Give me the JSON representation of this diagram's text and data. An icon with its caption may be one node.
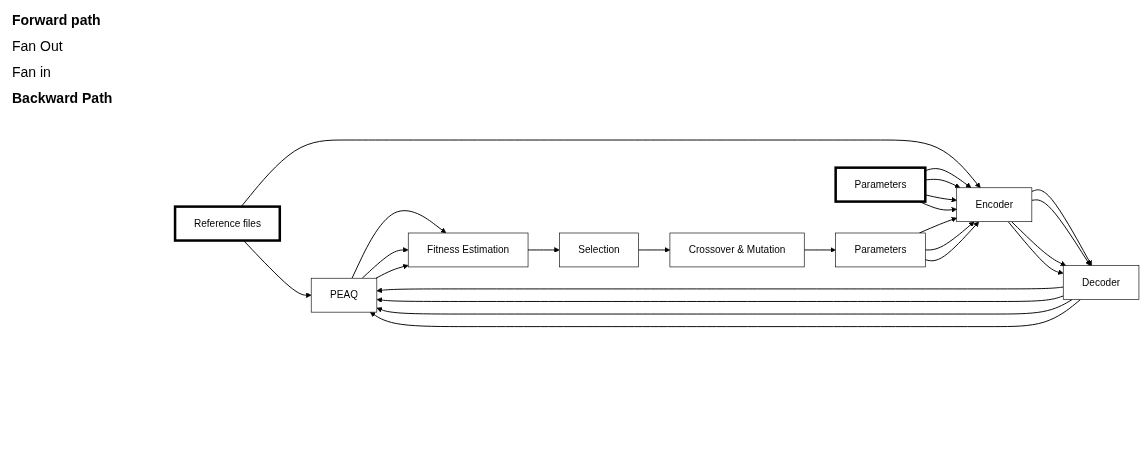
{
  "diagram": {
    "nodes": [
      {
        "text": [
          "Reference files"
        ]
      },
      {
        "text": [
          "Parameters"
        ]
      },
      {
        "text": [
          "Encoder"
        ]
      },
      {
        "text": [
          "Decoder"
        ]
      },
      {
        "text": [
          "PEAQ"
        ]
      },
      {
        "text": [
          "Parameters"
        ]
      },
      {
        "text": [
          "Crossover & Mutation"
        ]
      },
      {
        "text": [
          "Selection"
        ]
      },
      {
        "text": [
          "Fitness Estimation"
        ]
      }
    ],
    "edges": [
      {
        "from": 0,
        "to": 4,
        "arrow": "to"
      },
      {
        "from": 0,
        "to": 2,
        "arrow": "to"
      },
      {
        "from": 1,
        "to": 2,
        "arrow": "to"
      },
      {
        "from": 1,
        "to": 2,
        "arrow": "to"
      },
      {
        "from": 1,
        "to": 2,
        "arrow": "to"
      },
      {
        "from": 1,
        "to": 2,
        "arrow": "to"
      },
      {
        "from": 2,
        "to": 3,
        "arrow": "to"
      },
      {
        "from": 2,
        "to": 3,
        "arrow": "to"
      },
      {
        "from": 2,
        "to": 3,
        "arrow": "to"
      },
      {
        "from": 2,
        "to": 3,
        "arrow": "to"
      },
      {
        "from": 3,
        "to": 4,
        "arrow": "to"
      },
      {
        "from": 3,
        "to": 4,
        "arrow": "to"
      },
      {
        "from": 3,
        "to": 4,
        "arrow": "to"
      },
      {
        "from": 3,
        "to": 4,
        "arrow": "to"
      },
      {
        "from": 4,
        "to": 8,
        "arrow": "to"
      },
      {
        "from": 4,
        "to": 8,
        "arrow": "to"
      },
      {
        "from": 4,
        "to": 8,
        "arrow": "to"
      },
      {
        "from": 8,
        "to": 7,
        "arrow": "to"
      },
      {
        "from": 7,
        "to": 6,
        "arrow": "to"
      },
      {
        "from": 6,
        "to": 5,
        "arrow": "to"
      },
      {
        "from": 5,
        "to": 2,
        "arrow": "to"
      },
      {
        "from": 5,
        "to": 2,
        "arrow": "to"
      },
      {
        "from": 5,
        "to": 2,
        "arrow": "to"
      }
    ],
    "labels": [
      "Forward path",
      "Fan Out",
      "Fan in",
      "Backward Path"
    ]
  }
}
